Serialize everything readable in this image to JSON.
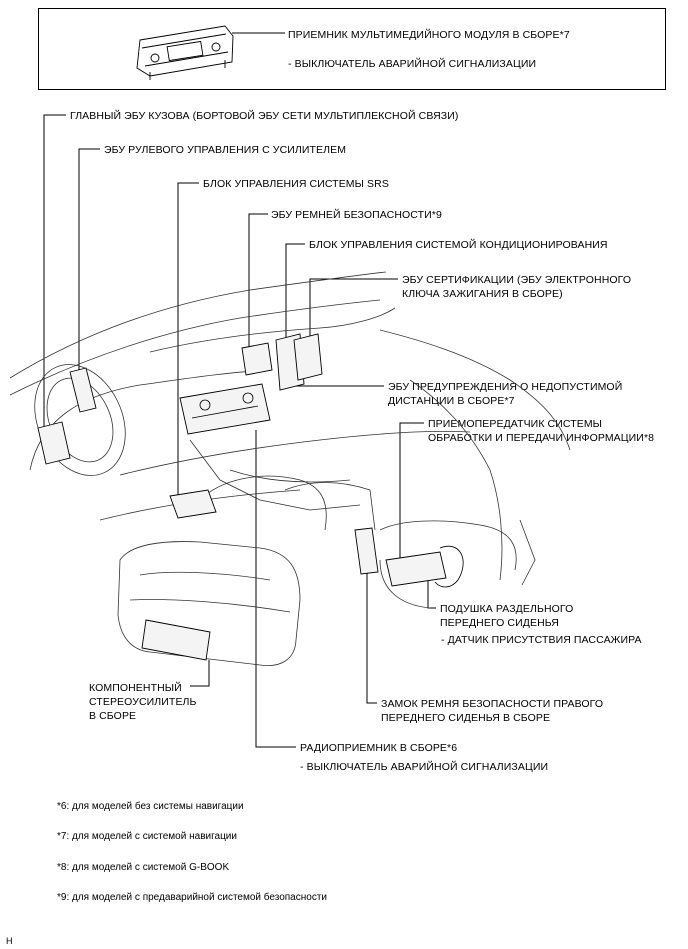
{
  "top_box": {
    "label_multimedia": "ПРИЕМНИК МУЛЬТИМЕДИЙНОГО МОДУЛЯ В СБОРЕ*7",
    "label_hazard": "- ВЫКЛЮЧАТЕЛЬ АВАРИЙНОЙ СИГНАЛИЗАЦИИ"
  },
  "labels": {
    "main_body_ecu": "ГЛАВНЫЙ ЭБУ КУЗОВА (БОРТОВОЙ ЭБУ СЕТИ МУЛЬТИПЛЕКСНОЙ СВЯЗИ)",
    "power_steering_ecu": "ЭБУ РУЛЕВОГО УПРАВЛЕНИЯ С УСИЛИТЕЛЕМ",
    "srs_unit": "БЛОК УПРАВЛЕНИЯ СИСТЕМЫ SRS",
    "seatbelt_ecu": "ЭБУ РЕМНЕЙ БЕЗОПАСНОСТИ*9",
    "ac_unit": "БЛОК УПРАВЛЕНИЯ СИСТЕМОЙ КОНДИЦИОНИРОВАНИЯ",
    "cert_ecu_line1": "ЭБУ СЕРТИФИКАЦИИ (ЭБУ ЭЛЕКТРОННОГО",
    "cert_ecu_line2": "КЛЮЧА ЗАЖИГАНИЯ В СБОРЕ)",
    "distance_ecu_line1": "ЭБУ ПРЕДУПРЕЖДЕНИЯ О НЕДОПУСТИМОЙ",
    "distance_ecu_line2": "ДИСТАНЦИИ В СБОРЕ*7",
    "transceiver_line1": "ПРИЕМОПЕРЕДАТЧИК СИСТЕМЫ",
    "transceiver_line2": "ОБРАБОТКИ И ПЕРЕДАЧИ ИНФОРМАЦИИ*8",
    "seat_cushion_line1": "ПОДУШКА РАЗДЕЛЬНОГО",
    "seat_cushion_line2": "ПЕРЕДНЕГО СИДЕНЬЯ",
    "occupant_sensor": "- ДАТЧИК ПРИСУТСТВИЯ ПАССАЖИРА",
    "amplifier_line1": "КОМПОНЕНТНЫЙ",
    "amplifier_line2": "СТЕРЕОУСИЛИТЕЛЬ",
    "amplifier_line3": "В СБОРЕ",
    "buckle_line1": "ЗАМОК РЕМНЯ БЕЗОПАСНОСТИ ПРАВОГО",
    "buckle_line2": "ПЕРЕДНЕГО СИДЕНЬЯ В СБОРЕ",
    "radio_receiver": "РАДИОПРИЕМНИК В СБОРЕ*6",
    "radio_hazard": "- ВЫКЛЮЧАТЕЛЬ АВАРИЙНОЙ СИГНАЛИЗАЦИИ"
  },
  "footnotes": [
    "*6: для моделей без системы навигации",
    "*7: для моделей с системой навигации",
    "*8: для моделей с системой G-BOOK",
    "*9: для моделей с предаварийной системой безопасности"
  ],
  "corner_mark": "H"
}
